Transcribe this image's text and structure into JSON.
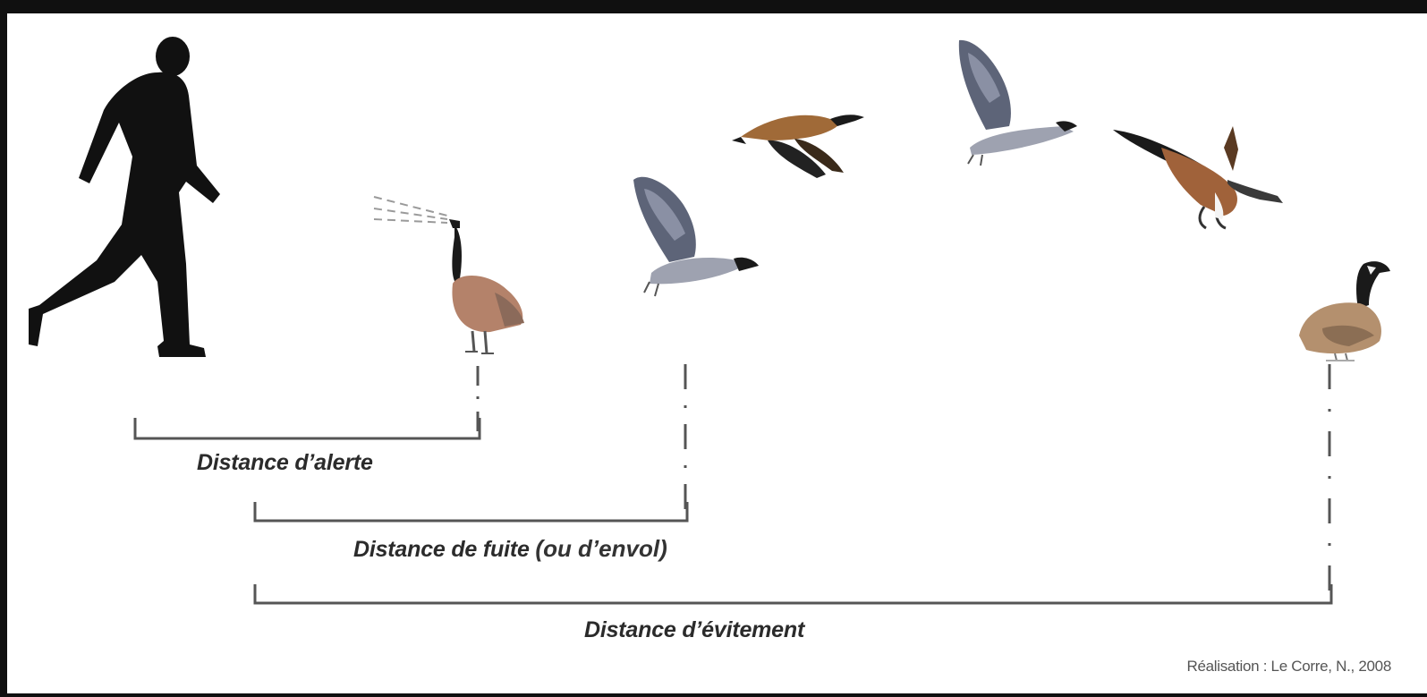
{
  "diagram": {
    "labels": {
      "alert_distance": "Distance d’alerte",
      "flight_distance": "Distance de fuite",
      "flight_distance_suffix": "(ou d’envol)",
      "avoidance_distance": "Distance d’évitement"
    },
    "credit": "Réalisation : Le Corre, N., 2008",
    "colors": {
      "background": "#101010",
      "panel": "#ffffff",
      "silhouette": "#111111",
      "bracket": "#555555",
      "goose_body_brown": "#b4826a",
      "goose_wing_grey": "#5d6478",
      "goose_dark": "#1a1a1a"
    },
    "icons": [
      "walking-person-silhouette-icon",
      "alert-goose-icon",
      "takeoff-goose-icon",
      "flying-goose-icon",
      "landing-goose-icon",
      "standing-goose-icon"
    ]
  }
}
